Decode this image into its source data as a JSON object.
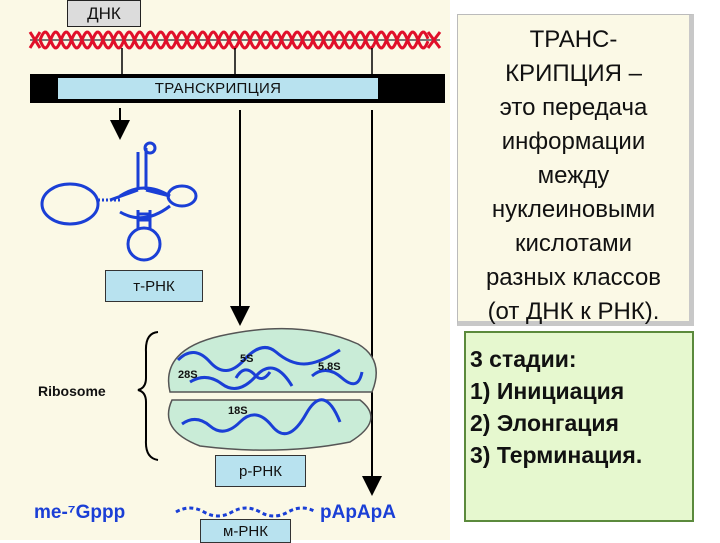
{
  "diagram": {
    "dna_label": "ДНК",
    "transcription_label": "ТРАНСКРИПЦИЯ",
    "trna_label": "т-РНК",
    "rrna_label": "р-РНК",
    "mrna_label": "м-РНК",
    "ribosome_label": "Ribosome",
    "rrna_28s": "28S",
    "rrna_5s": "5S",
    "rrna_58s": "5.8S",
    "rrna_18s": "18S",
    "cap_label": "me-⁷Gppp",
    "tail_label": "pApApA",
    "colors": {
      "dna_strand": "#e0102a",
      "rna_strand": "#1a3fd6",
      "label_fill": "#b8e2ef",
      "panel_bg": "#fbf9e6",
      "ribosome_fill": "#c9ecd7"
    }
  },
  "definition": {
    "lines": [
      "ТРАНС-",
      "КРИПЦИЯ –",
      "это передача",
      "информации",
      "между",
      "нуклеиновыми",
      "кислотами",
      "разных классов",
      "(от ДНК к РНК)."
    ]
  },
  "stages": {
    "lines": [
      "3 стадии:",
      "1) Инициация",
      "2) Элонгация",
      "3) Терминация."
    ]
  }
}
